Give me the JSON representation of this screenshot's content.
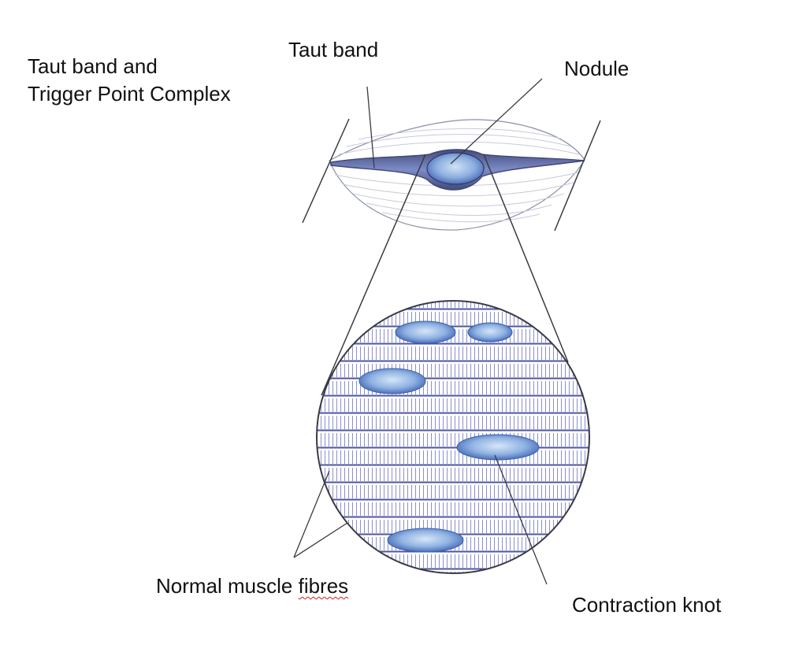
{
  "labels": {
    "title_line1": "Taut band and",
    "title_line2": "Trigger Point Complex",
    "taut_band": "Taut band",
    "nodule": "Nodule",
    "normal_fibres_a": "Normal muscle ",
    "normal_fibres_b": "fibres",
    "contraction_knot": "Contraction knot"
  },
  "colors": {
    "line": "#3a3a44",
    "band": "#3e4a86",
    "fibre_stripe": "#7c82c8",
    "knot_fill": "#7fa8df",
    "knot_edge": "#3c5fae",
    "spellcheck_underline": "#d21f1f"
  }
}
